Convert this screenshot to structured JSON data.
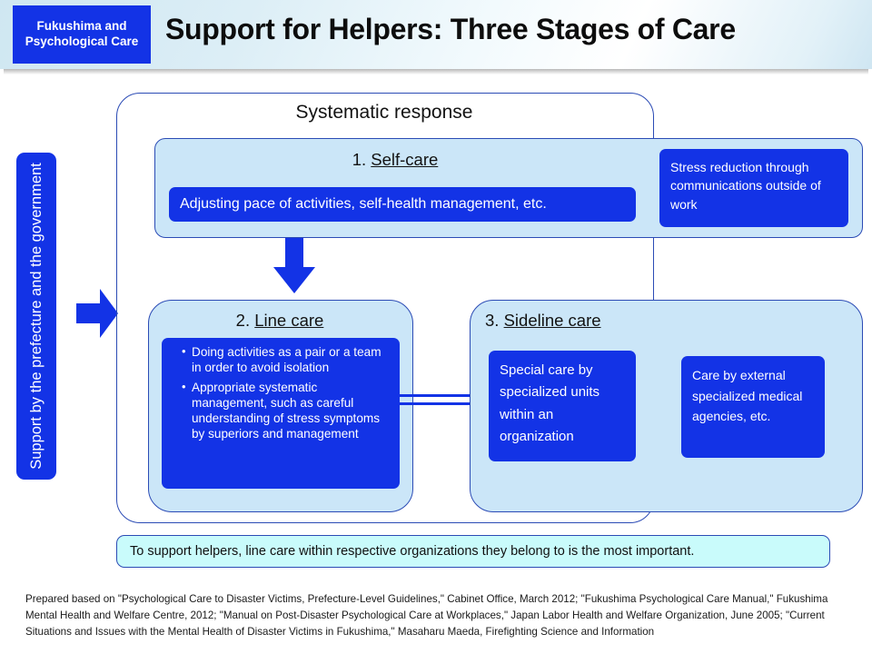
{
  "header": {
    "badge_label": "Fukushima and Psychological Care",
    "title": "Support for Helpers: Three Stages of Care",
    "badge_color": "#1333E6",
    "title_color": "#0D0D0D"
  },
  "left_label": {
    "text": "Support by the prefecture and the government",
    "arrow_icon": "arrow-right-icon",
    "color": "#1333E6"
  },
  "diagram": {
    "container_title": "Systematic response",
    "container_border_color": "#2B4BB5",
    "panel_color": "#CBE6F8",
    "box_color": "#1333E6",
    "stages": [
      {
        "number": "1.",
        "name": "Self-care",
        "box_text": "Adjusting pace of activities, self-health management, etc."
      },
      {
        "number": "2.",
        "name": "Line care",
        "bullets": [
          "Doing activities as a pair or a team in order to avoid isolation",
          "Appropriate systematic management, such as careful understanding of stress symptoms by superiors and management"
        ]
      },
      {
        "number": "3.",
        "name": "Sideline care",
        "box_text": "Special care by specialized units within an organization"
      }
    ],
    "side_boxes": {
      "stress": "Stress reduction through communications outside of work",
      "external": "Care by external specialized medical agencies, etc."
    },
    "connectors": {
      "down_arrow_icon": "arrow-down-icon",
      "double_line_icon": "double-line-connector-icon"
    }
  },
  "summary": {
    "text": "To support helpers, line care within respective organizations they belong to is the most important.",
    "color": "#C9FBFB"
  },
  "footnote": {
    "text": "Prepared based on \"Psychological Care to Disaster Victims, Prefecture-Level Guidelines,\" Cabinet Office, March 2012; \"Fukushima Psychological Care Manual,\" Fukushima Mental Health and Welfare Centre, 2012; \"Manual on Post-Disaster Psychological Care at Workplaces,\" Japan Labor Health and Welfare Organization, June 2005; \"Current Situations and Issues with the Mental Health of Disaster Victims in Fukushima,\" Masaharu Maeda, Firefighting Science and Information"
  }
}
